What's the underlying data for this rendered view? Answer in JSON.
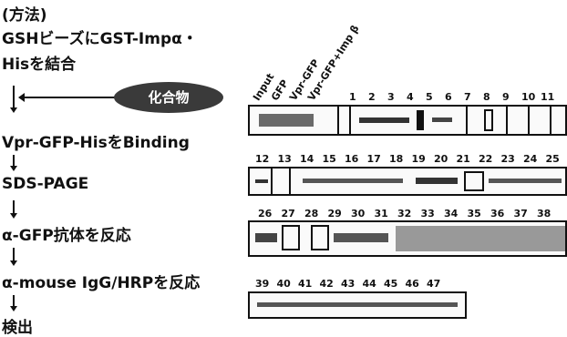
{
  "method": {
    "heading": "(方法)",
    "step1_line1": "GSHビーズにGST-Impα・",
    "step1_line2": "Hisを結合",
    "compound_label": "化合物",
    "step2": "Vpr-GFP-HisをBinding",
    "step3": "SDS-PAGE",
    "step4": "α-GFP抗体を反応",
    "step5": "α-mouse IgG/HRPを反応",
    "step6": "検出"
  },
  "gel": {
    "controls": [
      "Input",
      "GFP",
      "Vpr-GFP",
      "Vpr-GFP+Imp β"
    ],
    "row1": [
      "1",
      "2",
      "3",
      "4",
      "5",
      "6",
      "7",
      "8",
      "9",
      "10",
      "11"
    ],
    "row2": [
      "12",
      "13",
      "14",
      "15",
      "16",
      "17",
      "18",
      "19",
      "20",
      "21",
      "22",
      "23",
      "24",
      "25"
    ],
    "row3": [
      "26",
      "27",
      "28",
      "29",
      "30",
      "31",
      "32",
      "33",
      "34",
      "35",
      "36",
      "37",
      "38"
    ],
    "row4": [
      "39",
      "40",
      "41",
      "42",
      "43",
      "44",
      "45",
      "46",
      "47"
    ]
  }
}
